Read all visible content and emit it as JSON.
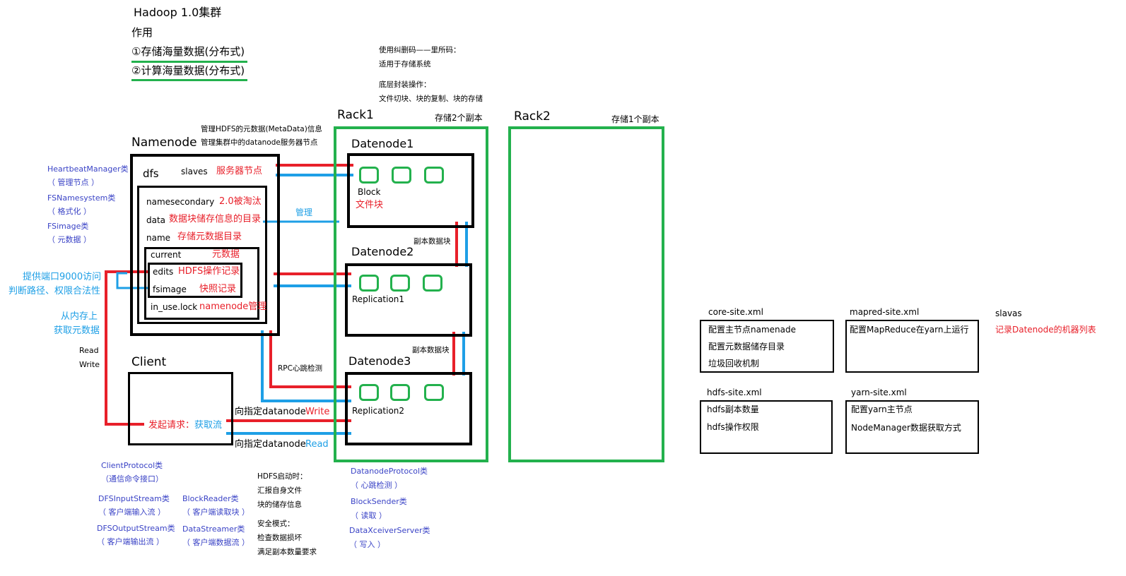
{
  "title": "Hadoop 1.0集群",
  "purpose": {
    "heading": "作用",
    "items": [
      "①存储海量数据(分布式)",
      "②计算海量数据(分布式)"
    ]
  },
  "notes_top": {
    "ec_1": "使用纠删码——里所码：",
    "ec_2": "适用于存储系统",
    "low_1": "底层封装操作：",
    "low_2": "文件切块、块的复制、块的存储"
  },
  "namenode": {
    "title": "Namenode",
    "desc_1": "管理HDFS的元数据(MetaData)信息",
    "desc_2": "管理集群中的datanode服务器节点",
    "dfs": "dfs",
    "slaves": "slaves",
    "slaves_note": "服务器节点",
    "namesecondary": "namesecondary",
    "namesecondary_note": "2.0被淘汰",
    "data": "data",
    "data_note": "数据块储存信息的目录",
    "name": "name",
    "name_note": "存储元数据目录",
    "current": "current",
    "current_note": "元数据",
    "edits": "edits",
    "edits_note": "HDFS操作记录",
    "fsimage": "fsimage",
    "fsimage_note": "快照记录",
    "in_use": "in_use.lock",
    "in_use_note": "namenode管理"
  },
  "left_classes": [
    {
      "name": "HeartbeatManager类",
      "desc": "（ 管理节点 ）"
    },
    {
      "name": "FSNamesystem类",
      "desc": "（ 格式化 ）"
    },
    {
      "name": "FSimage类",
      "desc": "（ 元数据 ）"
    }
  ],
  "left_notes": {
    "port_1": "提供端口9000访问",
    "port_2": "判断路径、权限合法性",
    "mem_1": "从内存上",
    "mem_2": "获取元数据",
    "read": "Read",
    "write": "Write"
  },
  "manage_label": "管理",
  "client": {
    "title": "Client",
    "request_red": "发起请求：",
    "request_blue": "获取流",
    "write_prefix": "向指定datanode",
    "write_word": "Write",
    "read_prefix": "向指定datanode",
    "read_word": "Read"
  },
  "rpc_label": "RPC心跳检测",
  "rack1": {
    "title": "Rack1",
    "note": "存储2个副本"
  },
  "rack2": {
    "title": "Rack2",
    "note": "存储1个副本"
  },
  "datanodes": [
    {
      "title": "Datenode1",
      "line1": "Block",
      "line2": "文件块"
    },
    {
      "title": "Datenode2",
      "line1": "Replication1"
    },
    {
      "title": "Datenode3",
      "line1": "Replication2"
    }
  ],
  "replica_label": "副本数据块",
  "bottom_classes": {
    "client_protocol": "ClientProtocol类",
    "client_protocol_desc": "（通信命令接口）",
    "dfs_input": "DFSInputStream类",
    "dfs_input_desc": "（ 客户端输入流 ）",
    "dfs_output": "DFSOutputStream类",
    "dfs_output_desc": "（ 客户端输出流 ）",
    "block_reader": "BlockReader类",
    "block_reader_desc": "（ 客户端读取块 ）",
    "data_streamer": "DataStreamer类",
    "data_streamer_desc": "（ 客户端数据流 ）",
    "datanode_protocol": "DatanodeProtocol类",
    "datanode_protocol_desc": "（ 心跳检测 ）",
    "block_sender": "BlockSender类",
    "block_sender_desc": "（ 读取 ）",
    "dataxceiver": "DataXceiverServer类",
    "dataxceiver_desc": "（ 写入 ）"
  },
  "hdfs_start": {
    "l1": "HDFS启动时：",
    "l2": "汇报自身文件",
    "l3": "块的储存信息",
    "l4": "安全模式：",
    "l5": "检查数据损坏",
    "l6": "满足副本数量要求"
  },
  "configs": {
    "core": {
      "title": "core-site.xml",
      "items": [
        "配置主节点namenade",
        "配置元数据储存目录",
        "垃圾回收机制"
      ]
    },
    "mapred": {
      "title": "mapred-site.xml",
      "items": [
        "配置MapReduce在yarn上运行"
      ]
    },
    "hdfs": {
      "title": "hdfs-site.xml",
      "items": [
        "hdfs副本数量",
        "hdfs操作权限"
      ]
    },
    "yarn": {
      "title": "yarn-site.xml",
      "items": [
        "配置yarn主节点",
        "NodeManager数据获取方式"
      ]
    },
    "slavas": {
      "title": "slavas",
      "note": "记录Datenode的机器列表"
    }
  },
  "colors": {
    "green": "#23b14d",
    "red": "#e8202a",
    "blue": "#1e9fe6",
    "navy": "#3a43c6"
  }
}
